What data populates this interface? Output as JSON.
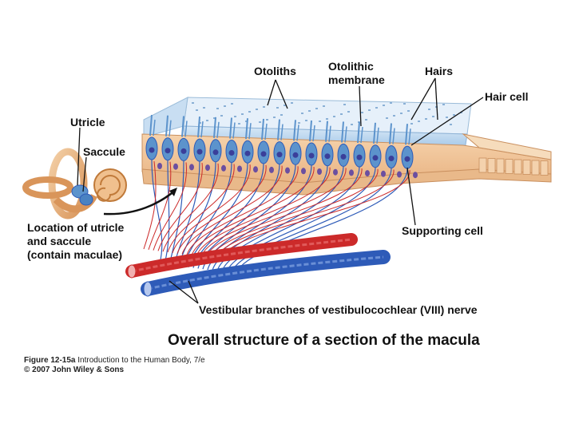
{
  "labels": {
    "otoliths": "Otoliths",
    "otolithic_membrane": [
      "Otolithic",
      "membrane"
    ],
    "hairs": "Hairs",
    "hair_cell": "Hair cell",
    "utricle": "Utricle",
    "saccule": "Saccule",
    "location": [
      "Location of utricle",
      "and saccule",
      "(contain maculae)"
    ],
    "supporting_cell": "Supporting cell",
    "nerve": "Vestibular branches of vestibulocochlear (VIII) nerve"
  },
  "title": "Overall structure of a section of the macula",
  "credit": {
    "figure": "Figure 12-15a",
    "source": "Introduction to the Human Body, 7/e",
    "copyright": "© 2007 John Wiley & Sons"
  },
  "colors": {
    "membrane": "#b9d6ee",
    "epithelium": "#f2c79a",
    "hair_cell": "#5c93cc",
    "nucleus": "#3a3f9a",
    "afferent_nerve": "#2e5bb8",
    "efferent_nerve": "#cc2a2a"
  }
}
